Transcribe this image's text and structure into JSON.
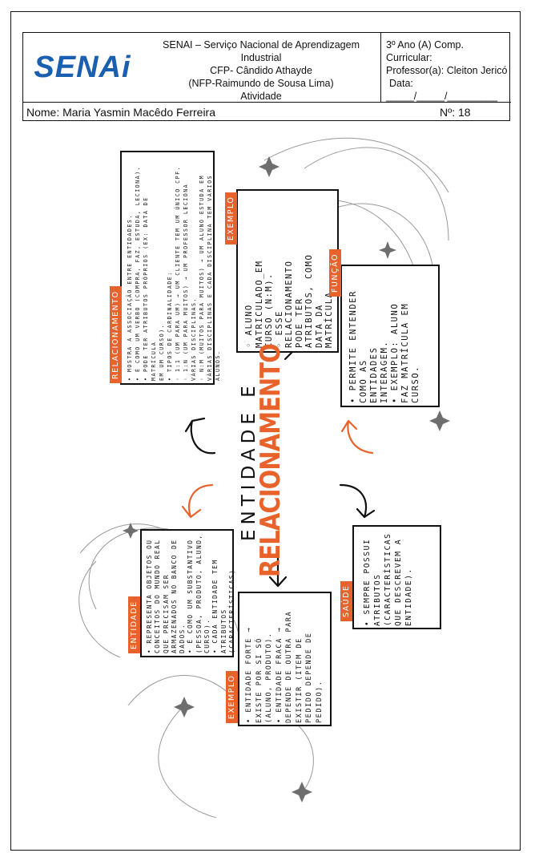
{
  "header": {
    "logo": "SENAi",
    "school_lines": [
      "SENAI – Serviço Nacional de Aprendizagem Industrial",
      "CFP- Cândido Athayde",
      "(NFP-Raimundo de Sousa Lima)",
      "Atividade"
    ],
    "class": "3º Ano (A) Comp. Curricular:",
    "teacher": "Professor(a): Cleiton Jericó",
    "date_label": "Data:",
    "date_blank": "_____/_____/_________",
    "name": "Nome: Maria Yasmin Macêdo Ferreira",
    "number": "Nº: 18"
  },
  "title": {
    "line1": "ENTIDADE E",
    "line2": "RELACIONAMENTO"
  },
  "sections": {
    "relacionamento": {
      "tag": "RELACIONAMENTO",
      "text": "• MOSTRA A ASSOCIAÇÃO ENTRE ENTIDADES.\n• É COMO UM VERBO (COMPRA, FAZ, ESTUDA, LECIONA).\n• PODE TER ATRIBUTOS PRÓPRIOS (EX: DATA DE MATRÍCULA\n   EM UM CURSO).\n• TIPOS DE CARDINALIDADE:\n   ◦ 1:1 (UM PARA UM) → UM CLIENTE TEM UM ÚNICO CPF.\n   ◦ 1:N (UM PARA MUITOS) → UM PROFESSOR LECIONA\n      VÁRIAS DISCIPLINAS.\n   ◦ N:M (MUITOS PARA MUITOS) → UM ALUNO ESTUDA EM\n      VÁRIAS DISCIPLINAS E CADA DISCIPLINA TEM VÁRIOS\n      ALUNOS."
    },
    "exemplo_top": {
      "tag": "EXEMPLO",
      "text": "◦ ALUNO\n   MATRICULADO_EM\n   CURSO (N:M).\n◦ ESSE\n   RELACIONAMENTO\n   PODE TER\n   ATRIBUTOS, COMO\n   DATA DA\n   MATRÍCULA."
    },
    "funcao": {
      "tag": "FUNÇÃO",
      "text": "• PERMITE ENTENDER\n   COMO AS\n   ENTIDADES\n   INTERAGEM.\n• EXEMPLO: ALUNO\n   FAZ MATRÍCULA EM\n   CURSO."
    },
    "entidade": {
      "tag": "ENTIDADE",
      "text": "• REPRESENTA OBJETOS OU\n   CONCEITOS DO MUNDO REAL\n   QUE PRECISAM SER\n   ARMAZENADOS NO BANCO DE\n   DADOS.\n• É COMO UM SUBSTANTIVO\n   (PESSOA, PRODUTO, ALUNO,\n   CURSO).\n• CADA ENTIDADE TEM\n   ATRIBUTOS\n   (CARACTERÍSTICAS)."
    },
    "exemplo_bottom": {
      "tag": "EXEMPLO",
      "text": "• ENTIDADE FORTE →\n   EXISTE POR SI SÓ\n   (ALUNO, PRODUTO).\n• ENTIDADE FRACA →\n   DEPENDE DE OUTRA PARA\n   EXISTIR (ITEM DE\n   PEDIDO DEPENDE DE\n   PEDIDO)."
    },
    "saude": {
      "tag": "SAÚDE",
      "text": "• SEMPRE POSSUI\n   ATRIBUTOS\n   (CARACTERÍSTICAS\n   QUE DESCREVEM A\n   ENTIDADE)."
    }
  },
  "colors": {
    "accent": "#e8632b",
    "logo": "#1b5fb0",
    "ink": "#111111",
    "star": "#6e6e6e"
  },
  "icons": [
    "sparkle-star-icon",
    "curved-arrow-icon",
    "straight-arrow-icon"
  ]
}
